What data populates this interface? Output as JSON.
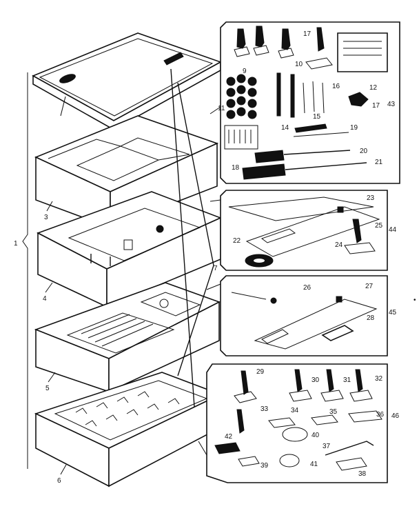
{
  "labels": {
    "1": "1",
    "3": "3",
    "4": "4",
    "5": "5",
    "6": "6",
    "7": "7",
    "9": "9",
    "10": "10",
    "11": "11",
    "12": "12",
    "14": "14",
    "15": "15",
    "16": "16",
    "17a": "17",
    "17b": "17",
    "18": "18",
    "19": "19",
    "20": "20",
    "21": "21",
    "22": "22",
    "23": "23",
    "24": "24",
    "25": "25",
    "26": "26",
    "27": "27",
    "28": "28",
    "29": "29",
    "30": "30",
    "31": "31",
    "32": "32",
    "33": "33",
    "34": "34",
    "35": "35",
    "36": "36",
    "37": "37",
    "38": "38",
    "39": "39",
    "40": "40",
    "41": "41",
    "42": "42",
    "43": "43",
    "44": "44",
    "45": "45",
    "46": "46"
  }
}
